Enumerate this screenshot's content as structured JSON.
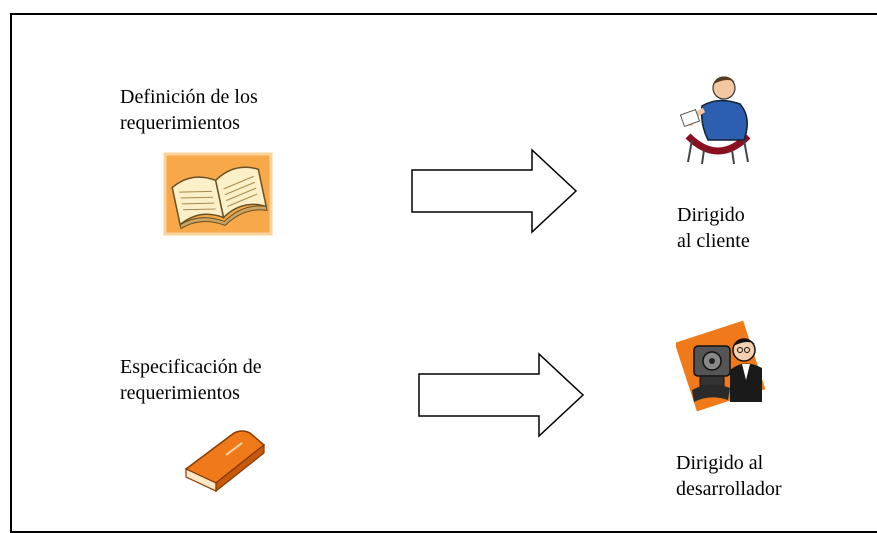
{
  "row1": {
    "left_label": "Definición de los\nrequerimientos",
    "right_label": "Dirigido\nal cliente",
    "left_icon": "open-book-icon",
    "right_icon": "customer-person-icon",
    "left_icon_bg": "#f7a94a"
  },
  "row2": {
    "left_label": "Especificación de\nrequerimientos",
    "right_label": "Dirigido al\ndesarrollador",
    "left_icon": "closed-orange-book-icon",
    "right_icon": "developer-with-machine-icon",
    "right_icon_bg": "#f07a1a"
  }
}
